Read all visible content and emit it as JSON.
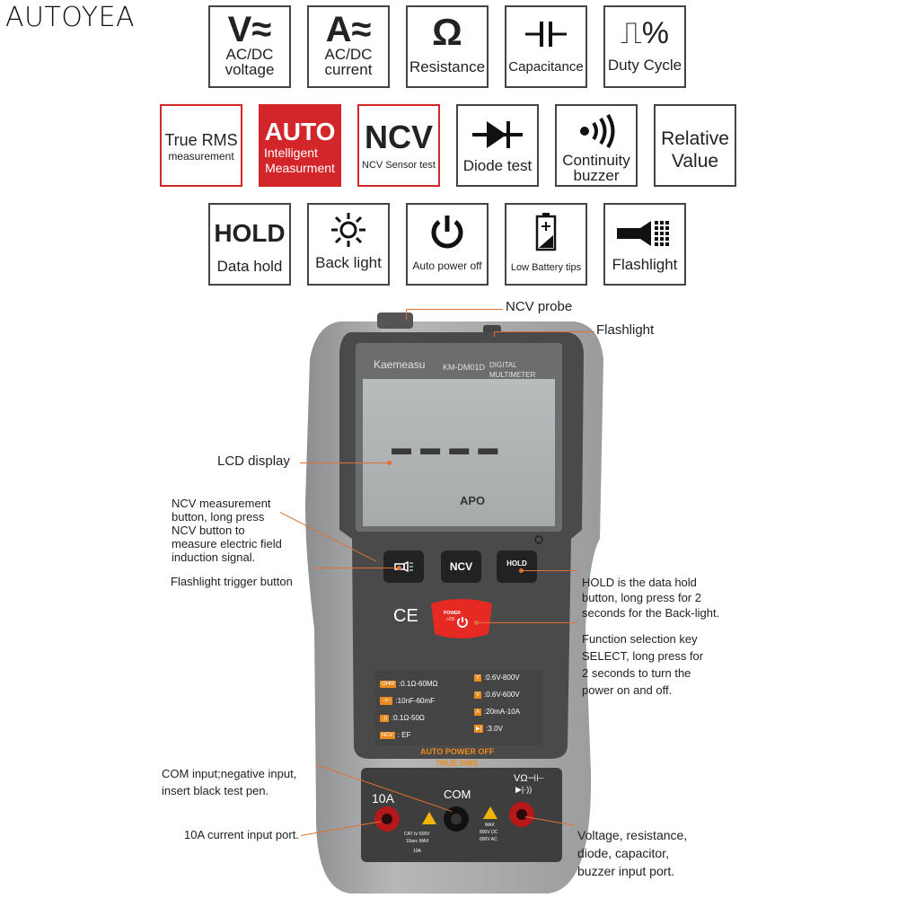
{
  "brand": "AUTOYEA",
  "features": {
    "row1": [
      {
        "big": "V≈",
        "l1": "AC/DC",
        "l2": "voltage"
      },
      {
        "big": "A≈",
        "l1": "AC/DC",
        "l2": "current"
      },
      {
        "big": "Ω",
        "l1": "Resistance"
      },
      {
        "l1": "Capacitance"
      },
      {
        "big": "⎍%",
        "l1": "Duty Cycle"
      }
    ],
    "row2": [
      {
        "l1": "True RMS",
        "l2": "measurement"
      },
      {
        "big": "AUTO",
        "l1": "Intelligent",
        "l2": "Measurment"
      },
      {
        "big": "NCV",
        "l1": "NCV Sensor test"
      },
      {
        "l1": "Diode test"
      },
      {
        "l1": "Continuity",
        "l2": "buzzer"
      },
      {
        "l1": "Relative",
        "l2": "Value"
      }
    ],
    "row3": [
      {
        "big": "HOLD",
        "l1": "Data hold"
      },
      {
        "l1": "Back light"
      },
      {
        "l1": "Auto power off"
      },
      {
        "l1": "Low Battery tips"
      },
      {
        "l1": "Flashlight"
      }
    ]
  },
  "device": {
    "brand": "Kaemeasu",
    "model": "KM-DM01D",
    "type1": "DIGITAL",
    "type2": "MULTIMETER",
    "lcd_dashes": "▬  ▬  ▬  ▬",
    "lcd_apo": "APO",
    "btn_ncv": "NCV",
    "btn_hold": "HOLD",
    "btn_power": "POWER",
    "btn_power_sub": ">2S",
    "ce": "CE",
    "ranges_left": [
      {
        "tag": "OHM",
        "val": ":0.1Ω-60MΩ"
      },
      {
        "tag": "⊣⊢",
        "val": ":10nF-60mF"
      },
      {
        "tag": "·))",
        "val": ":0.1Ω-50Ω"
      },
      {
        "tag": "NCV",
        "val": ": EF"
      }
    ],
    "ranges_right": [
      {
        "tag": "V",
        "val": ":0.6V-800V"
      },
      {
        "tag": "V",
        "val": ":0.6V-600V"
      },
      {
        "tag": "A",
        "val": ":20mA-10A"
      },
      {
        "tag": "▶|",
        "val": ":3.0V"
      }
    ],
    "auto_power_off": "AUTO POWER OFF",
    "true_rms": "TRUE RMS",
    "port_10a": "10A",
    "port_com": "COM",
    "port_v": "VΩ⊣⊢",
    "port_v2": "▶|·))",
    "cat": "CAT Ⅳ 600V",
    "sec": "10sec MAX",
    "max": "MAX",
    "max_dc": "800V DC",
    "max_ac": "600V AC",
    "bottom_10a": "10A"
  },
  "callouts": {
    "ncv_probe": "NCV probe",
    "flashlight": "Flashlight",
    "lcd": "LCD display",
    "ncv_btn": [
      "NCV measurement",
      "button, long press",
      "NCV button to",
      "measure electric field",
      "induction signal."
    ],
    "flash_btn": "Flashlight trigger button",
    "hold": [
      "HOLD is the data hold",
      "button, long press for 2",
      "seconds for the Back-light."
    ],
    "select": [
      "Function selection key",
      "SELECT, long press for",
      "2 seconds to turn the",
      "power on and off."
    ],
    "com": [
      "COM input;negative input,",
      "insert black test pen."
    ],
    "port10a": "10A current input port.",
    "vport": [
      "Voltage, resistance,",
      "diode, capacitor,",
      "buzzer input port."
    ]
  },
  "colors": {
    "accent": "#d3262a",
    "callout_line": "#e27033",
    "body": "#4a4a4a",
    "rubber": "#a9aaab"
  }
}
